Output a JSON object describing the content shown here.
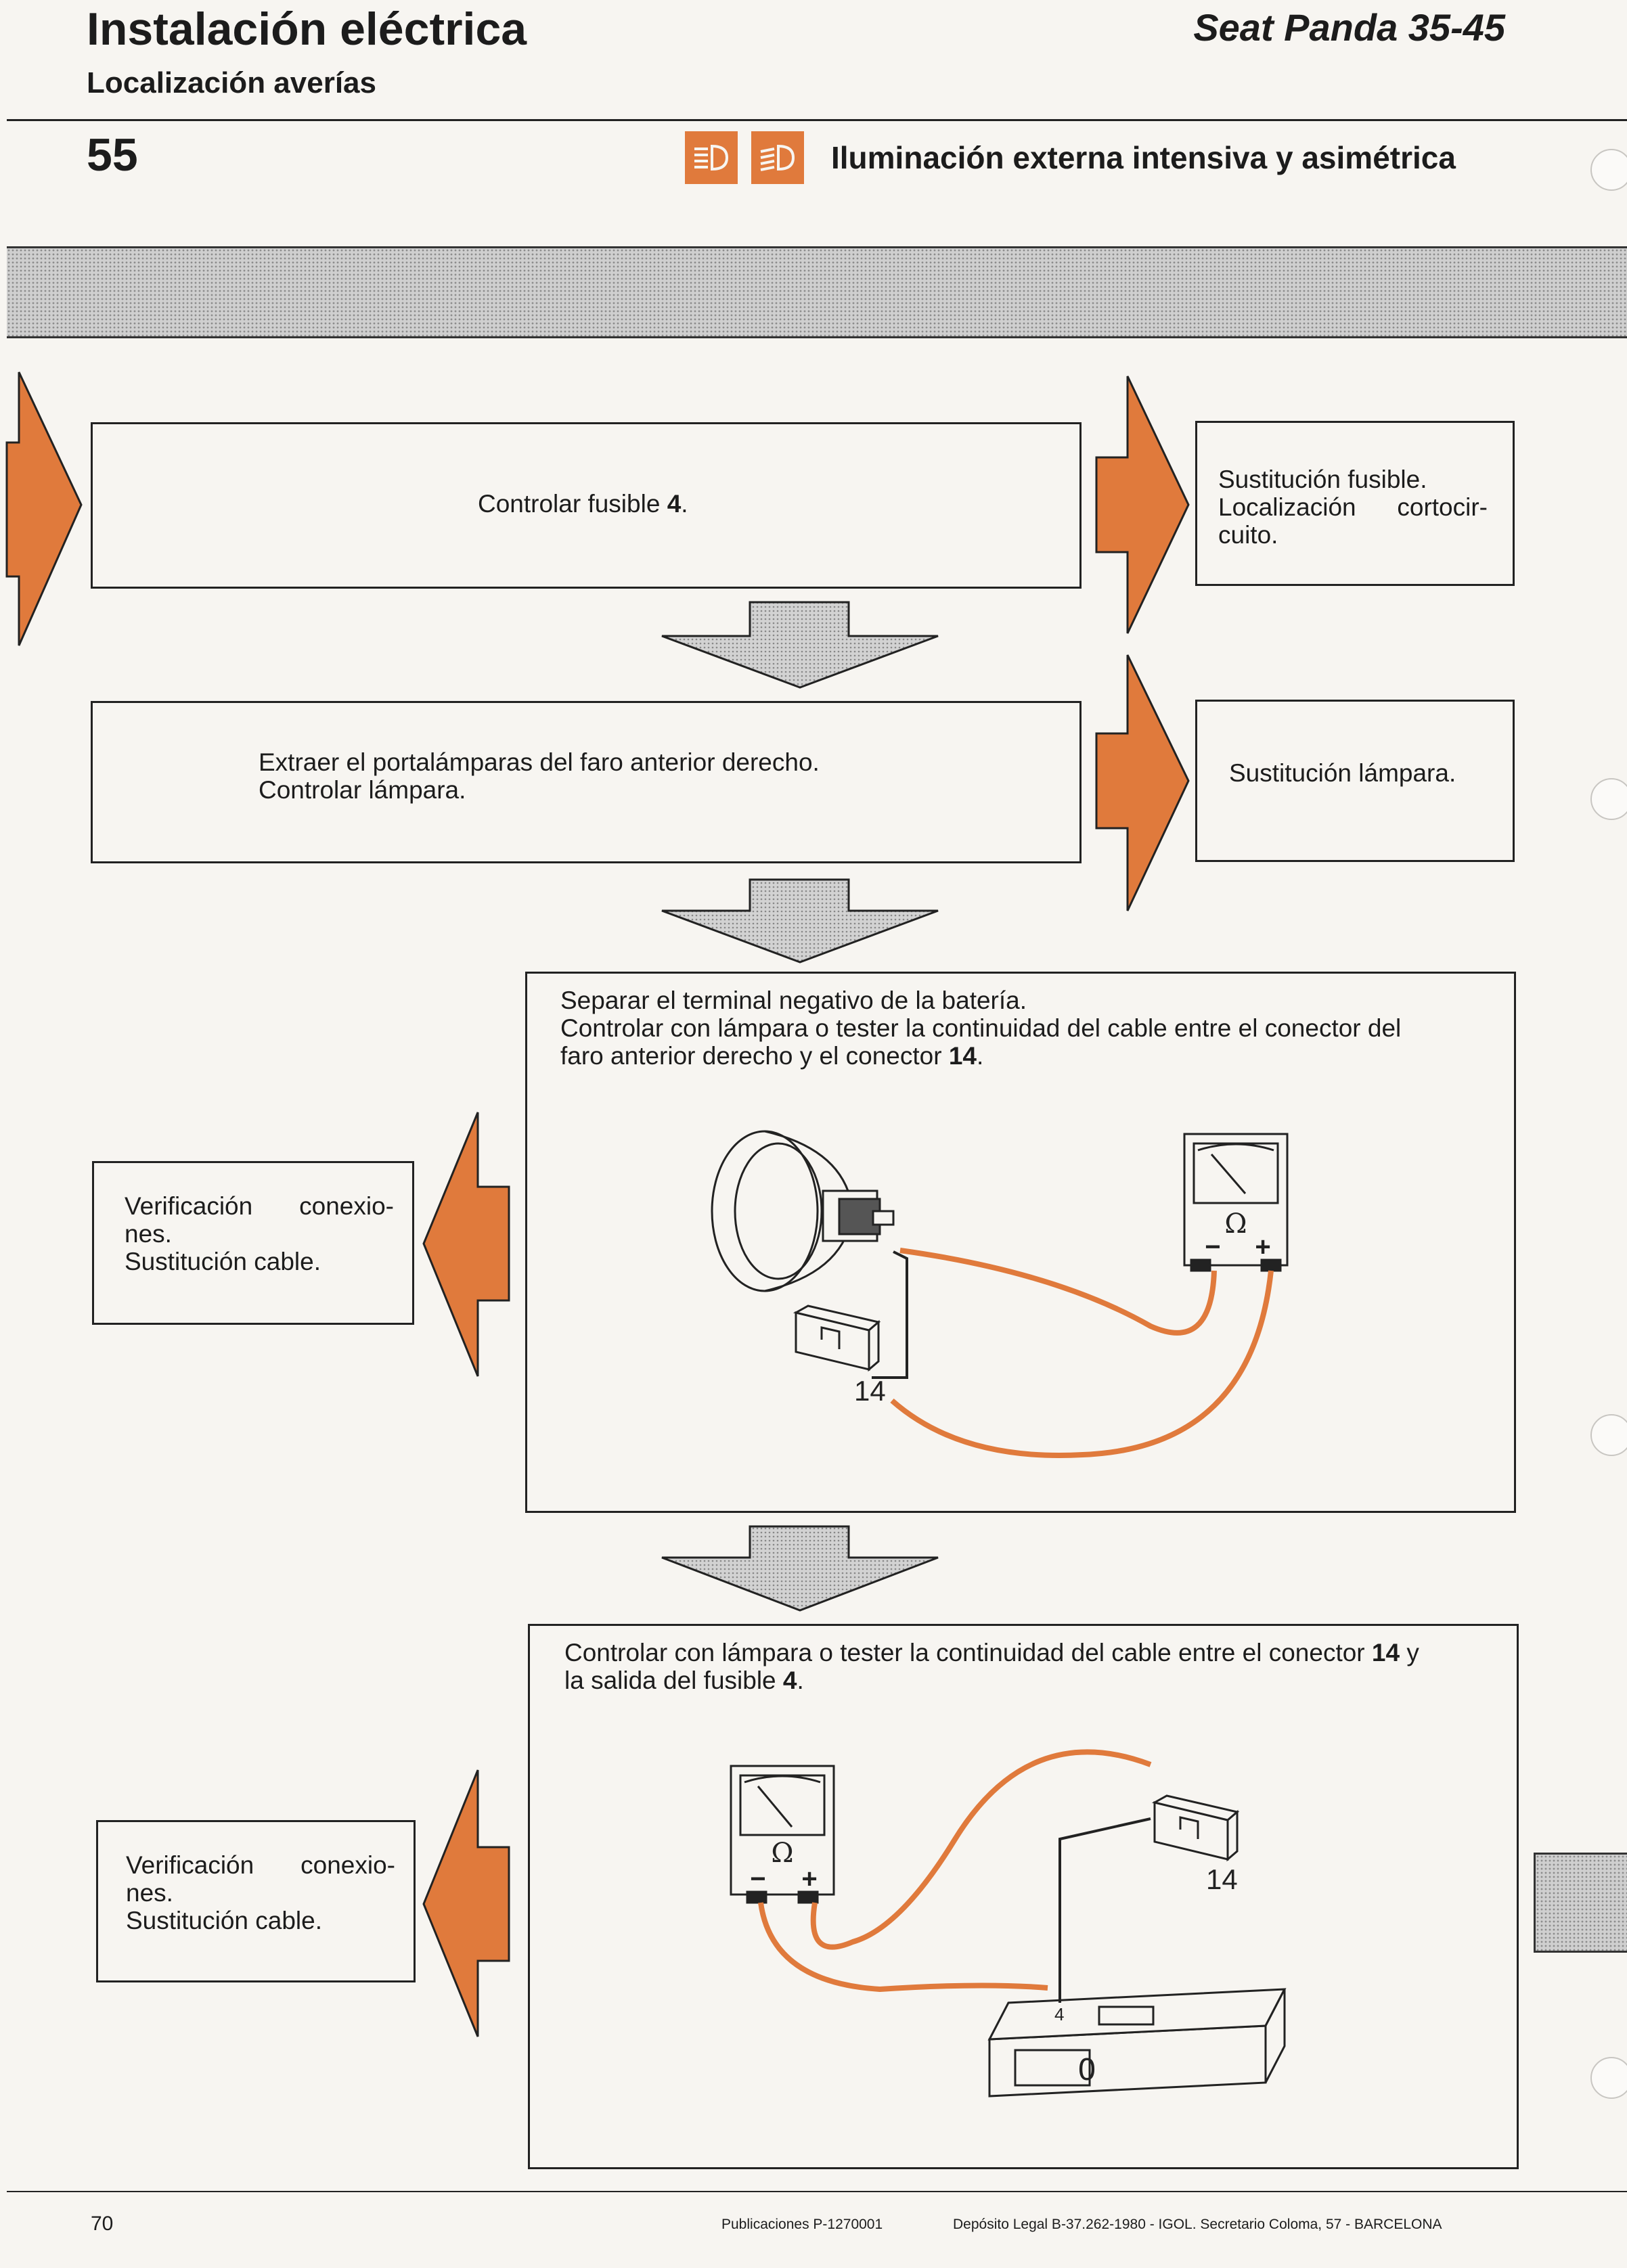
{
  "header": {
    "title": "Instalación eléctrica",
    "subtitle": "Localización averías",
    "model": "Seat Panda 35-45"
  },
  "section": {
    "number": "55",
    "title": "Iluminación externa intensiva y asimétrica",
    "icons": [
      "high-beam-icon",
      "low-beam-icon"
    ]
  },
  "steps": {
    "step1": {
      "text_a": "Controlar fusible ",
      "bold": "4",
      "text_b": ".",
      "result": [
        "Sustitución fusible.",
        "Localización cortocir-",
        "cuito."
      ]
    },
    "step2": {
      "lines": [
        "Extraer el portalámparas del faro anterior derecho.",
        "Controlar lámpara."
      ],
      "result": "Sustitución lámpara."
    },
    "step3": {
      "line1": "Separar el terminal negativo de la batería.",
      "line2": "Controlar con lámpara o tester la continuidad del cable entre el conector del",
      "line3_a": "faro anterior derecho y el conector ",
      "line3_bold": "14",
      "line3_b": ".",
      "result": [
        "Verificación conexio-",
        "nes.",
        "Sustitución cable."
      ],
      "connector_label": "14",
      "meter_symbol": "Ω"
    },
    "step4": {
      "line1_a": "Controlar con lámpara o tester la continuidad del cable entre el conector ",
      "line1_bold": "14",
      "line1_b": " y",
      "line2_a": "la salida del fusible ",
      "line2_bold": "4",
      "line2_b": ".",
      "result": [
        "Verificación conexio-",
        "nes.",
        "Sustitución cable."
      ],
      "connector_label": "14",
      "fuse_label": "4",
      "fuse_slot": "0",
      "meter_symbol": "Ω"
    }
  },
  "footer": {
    "page": "70",
    "publication": "Publicaciones P-1270001",
    "legal": "Depósito Legal B-37.262-1980 - IGOL. Secretario Coloma, 57 - BARCELONA"
  },
  "colors": {
    "accent": "#e07a3c",
    "ink": "#1c1c1c",
    "paper": "#f7f5f1",
    "screen": "#cfcfcf"
  }
}
